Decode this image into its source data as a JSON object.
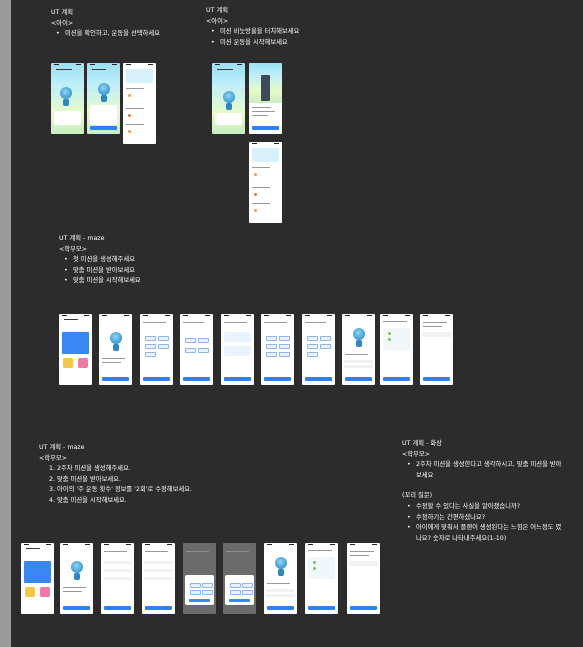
{
  "notes": [
    {
      "title": "UT 계획",
      "subtitle": "<아이>",
      "bullets": [
        "미션을 확인하고, 운동을 선택하세요"
      ]
    },
    {
      "title": "UT 계획",
      "subtitle": "<아이>",
      "bullets": [
        "미션 비눗방울을 터치해보세요",
        "미션 운동을 시작해보세요"
      ]
    },
    {
      "title": "UT 계획 - maze",
      "subtitle": "<학부모>",
      "bullets": [
        "첫 미션을 생성해주세요",
        "맞춤 미션을 받아보세요",
        "맞춤 미션을 시작해보세요"
      ]
    },
    {
      "title": "UT 계획 - maze",
      "subtitle": "<학부모>",
      "steps": [
        "1. 2주차 미션을 생성해주세요.",
        "2. 맞춤 미션을 받아보세요.",
        "3. 아이의 '주 운동 횟수' 정보를 '2회'로 수정해보세요.",
        "4. 맞춤 미션을 시작해보세요."
      ]
    },
    {
      "title": "UT 계획 - 화상",
      "subtitle": "<학부모>",
      "bullets": [
        "2주차 미션을 생성한다고 생각하시고, 맞춤 미션을 받아보세요"
      ],
      "followup_title": "(꼬리 질문)",
      "followups": [
        "수정할 수 있다는 사실을 알아챘습니까?",
        "수정하기는 간편하셨나요?",
        "아이에게 맞춰서 플랜이 생성된다는 느낌은 어느정도 였나요? 숫자로 나타내주세요(1-10)"
      ]
    }
  ],
  "colors": {
    "canvas": "#2c2c2c",
    "sidebar": "#9a9a9a",
    "accent": "#3a86f4",
    "sky": "#a8e6f6"
  }
}
